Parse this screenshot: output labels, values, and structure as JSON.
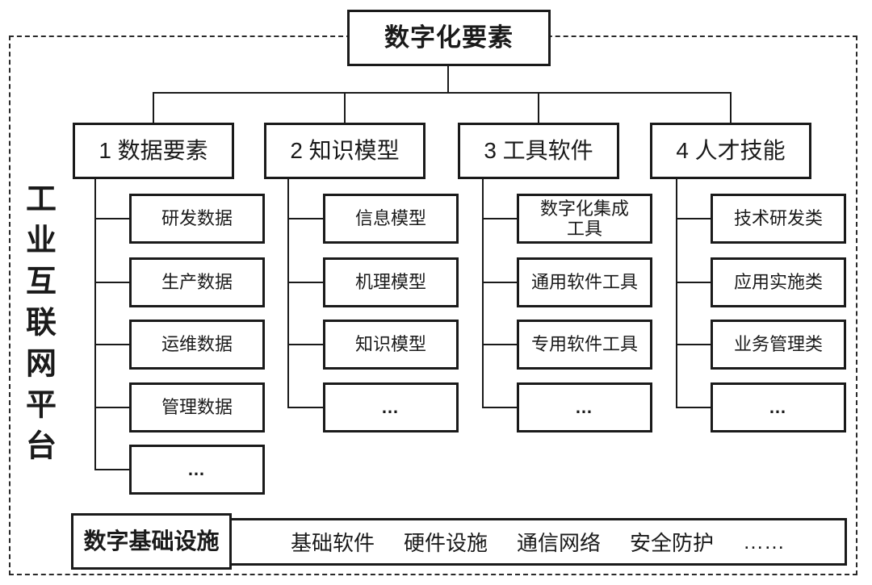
{
  "colors": {
    "background": "#ffffff",
    "line": "#1a1a1a",
    "text": "#1a1a1a"
  },
  "root": {
    "label": "数字化要素"
  },
  "left_label": {
    "text": "工业互联网平台"
  },
  "branches": [
    {
      "label": "1 数据要素",
      "children": [
        "研发数据",
        "生产数据",
        "运维数据",
        "管理数据",
        "…"
      ]
    },
    {
      "label": "2 知识模型",
      "children": [
        "信息模型",
        "机理模型",
        "知识模型",
        "…"
      ]
    },
    {
      "label": "3 工具软件",
      "children": [
        "数字化集成\n工具",
        "通用软件工具",
        "专用软件工具",
        "…"
      ]
    },
    {
      "label": "4 人才技能",
      "children": [
        "技术研发类",
        "应用实施类",
        "业务管理类",
        "…"
      ]
    }
  ],
  "foundation": {
    "label": "数字基础设施",
    "items": [
      "基础软件",
      "硬件设施",
      "通信网络",
      "安全防护",
      "……"
    ]
  }
}
